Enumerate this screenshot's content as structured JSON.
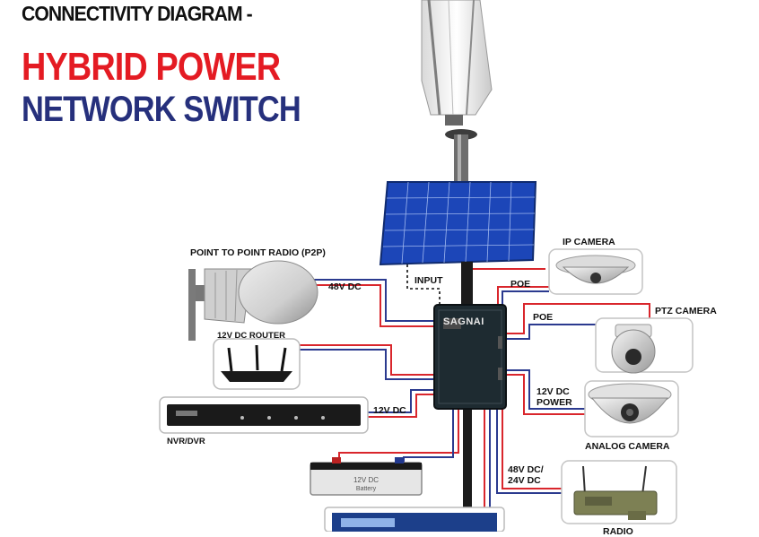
{
  "header": {
    "subtitle": "CONNECTIVITY DIAGRAM -",
    "title_line1": "HYBRID POWER",
    "title_line2": "NETWORK SWITCH"
  },
  "switch_box": {
    "brand": "SAGNAI"
  },
  "labels": {
    "p2p": "POINT TO POINT RADIO (P2P)",
    "dc48_p2p": "48V DC",
    "input": "INPUT",
    "ip_camera": "IP CAMERA",
    "poe1": "POE",
    "poe2": "POE",
    "ptz_camera": "PTZ CAMERA",
    "router": "12V DC ROUTER",
    "power12_line1": "12V DC",
    "power12_line2": "POWER",
    "analog_camera": "ANALOG CAMERA",
    "dc12_nvr": "12V DC",
    "nvr": "NVR/DVR",
    "radio_v_line1": "48V DC/",
    "radio_v_line2": "24V DC",
    "radio": "RADIO"
  },
  "battery": {
    "line1": "12V DC",
    "line2": "Battery"
  },
  "colors": {
    "red": "#e41b23",
    "navy": "#26307c",
    "wire_red": "#d9262c",
    "wire_blue": "#2b3a8f"
  }
}
